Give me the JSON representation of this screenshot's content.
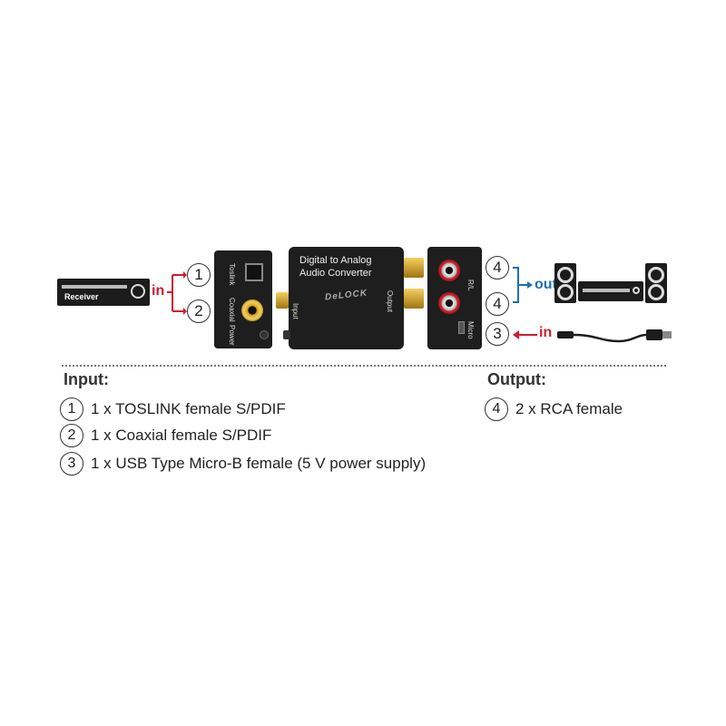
{
  "receiver": {
    "label": "Receiver"
  },
  "labels": {
    "in": "in",
    "out": "out",
    "in_power": "in"
  },
  "converter": {
    "title_line1": "Digital to Analog",
    "title_line2": "Audio Converter",
    "brand": "DeLOCK",
    "input_label": "Input",
    "output_label": "Output"
  },
  "input_panel": {
    "toslink": "Toslink",
    "coaxial": "Coaxial",
    "power": "Power"
  },
  "output_panel": {
    "rl": "R/L",
    "micro": "Micro"
  },
  "callouts": {
    "c1": "1",
    "c2": "2",
    "c3": "3",
    "c4a": "4",
    "c4b": "4"
  },
  "spec": {
    "input_heading": "Input:",
    "output_heading": "Output:",
    "inputs": [
      {
        "num": "1",
        "text": "1 x TOSLINK female S/PDIF"
      },
      {
        "num": "2",
        "text": "1 x Coaxial female S/PDIF"
      },
      {
        "num": "3",
        "text": "1 x USB Type Micro-B female (5 V power supply)"
      }
    ],
    "outputs": [
      {
        "num": "4",
        "text": "2 x RCA female"
      }
    ]
  },
  "colors": {
    "in_arrow": "#cc1f2b",
    "out_arrow": "#1f6fb5",
    "device": "#1e1e1e",
    "gold": "#d4a017"
  }
}
